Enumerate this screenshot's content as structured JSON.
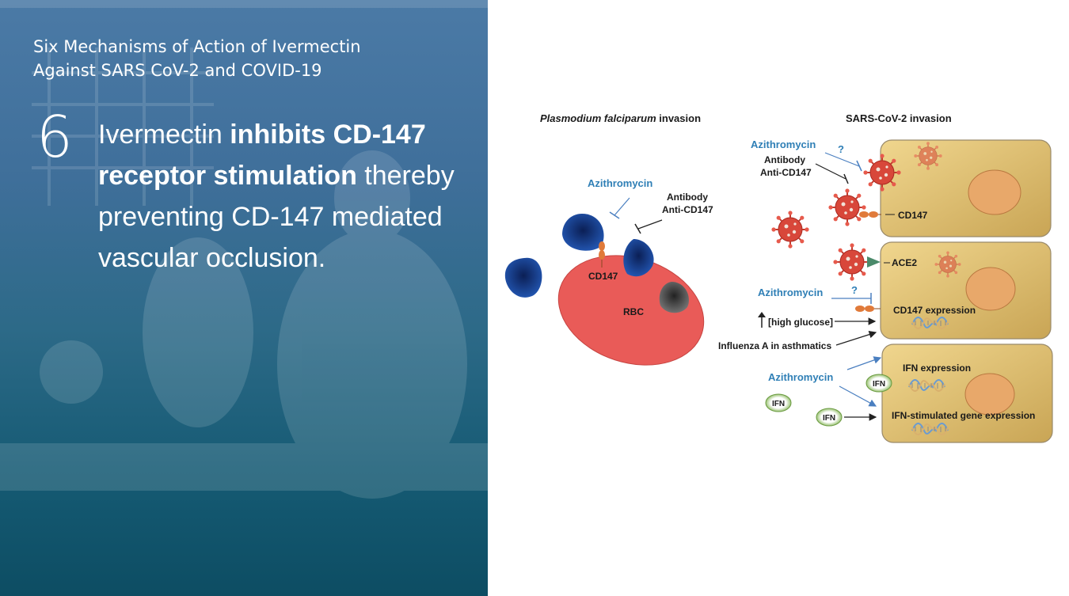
{
  "slide": {
    "heading_line1": "Six Mechanisms of Action of Ivermectin",
    "heading_line2": "Against SARS CoV-2 and COVID-19",
    "number": "6",
    "statement": {
      "p1": "Ivermectin ",
      "b1": "inhibits CD-147 receptor stimulation",
      "p2": " thereby preventing CD-147 mediated vascular occlusion."
    }
  },
  "diagram": {
    "left_title_italic": "Plasmodium falciparum",
    "left_title_rest": " invasion",
    "right_title": "SARS-CoV-2  invasion",
    "left": {
      "azithromycin": "Azithromycin",
      "antibody_1": "Antibody",
      "antibody_2": "Anti-CD147",
      "cd147": "CD147",
      "rbc": "RBC"
    },
    "right": {
      "azithromycin_top": "Azithromycin",
      "question_top": "?",
      "antibody_1": "Antibody",
      "antibody_2": "Anti-CD147",
      "cd147": "CD147",
      "ace2": "ACE2",
      "azithromycin_mid": "Azithromycin",
      "question_mid": "?",
      "cd147_expression": "CD147 expression",
      "high_glucose": "[high glucose]",
      "influenza": "Influenza A in asthmatics",
      "azithromycin_bottom": "Azithromycin",
      "ifn_expression": "IFN expression",
      "ifn_gene_expression": "IFN-stimulated gene expression",
      "ifn_label": "IFN"
    }
  },
  "colors": {
    "cell_fill": "#e2c677",
    "nucleus": "#e8a86a",
    "rbc": "#e95b58",
    "parasite": "#1f4fa3",
    "virus": "#d94a3c",
    "azithro_blue": "#2f7fb6"
  }
}
